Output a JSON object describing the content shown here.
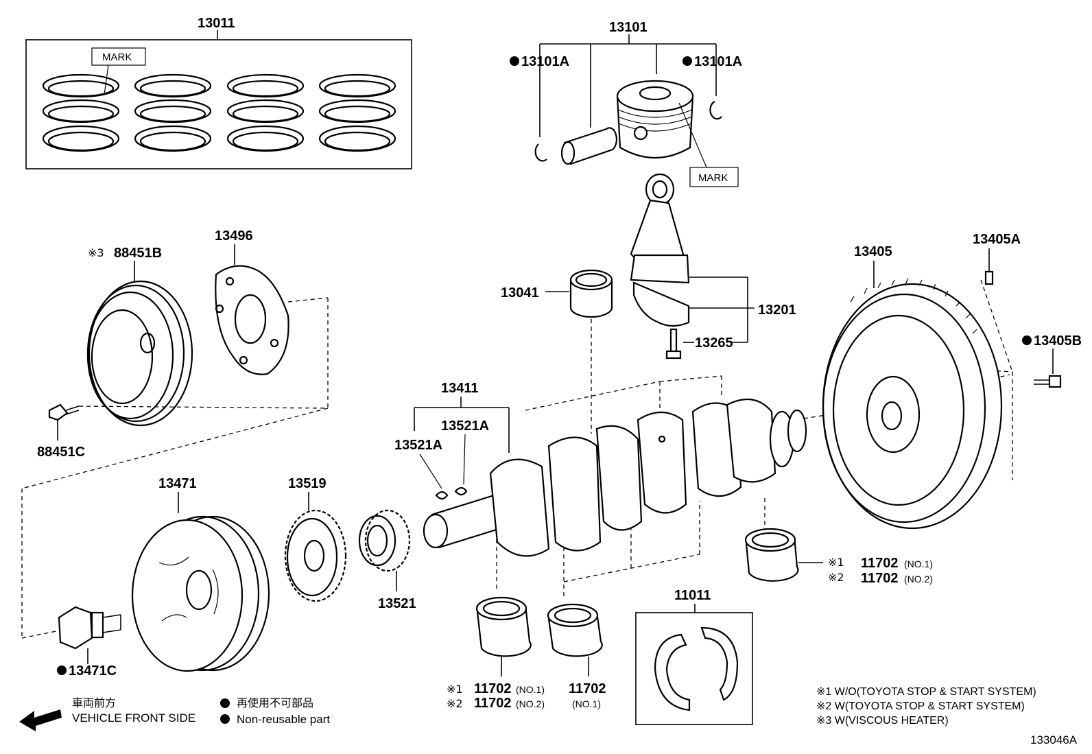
{
  "parts": {
    "p13011": "13011",
    "p13101": "13101",
    "p13101A_left": "13101A",
    "p13101A_right": "13101A",
    "p88451B_prefix": "※3",
    "p88451B": "88451B",
    "p13496": "13496",
    "p13041": "13041",
    "p13201": "13201",
    "p13265": "13265",
    "p13405": "13405",
    "p13405A": "13405A",
    "p13405B": "13405B",
    "p88451C": "88451C",
    "p13411": "13411",
    "p13521A_top": "13521A",
    "p13521A_left": "13521A",
    "p13471": "13471",
    "p13519": "13519",
    "p13521": "13521",
    "p13471C": "13471C",
    "p11011": "11011",
    "bearing_right_1_prefix": "※1",
    "bearing_right_1": "11702",
    "bearing_right_1_note": "(NO.1)",
    "bearing_right_2_prefix": "※2",
    "bearing_right_2": "11702",
    "bearing_right_2_note": "(NO.2)",
    "bearing_left_1_prefix": "※1",
    "bearing_left_1": "11702",
    "bearing_left_1_note": "(NO.1)",
    "bearing_left_2_prefix": "※2",
    "bearing_left_2": "11702",
    "bearing_left_2_note": "(NO.2)",
    "bearing_mid": "11702",
    "bearing_mid_note": "(NO.1)"
  },
  "mark_labels": {
    "rings": "MARK",
    "piston": "MARK"
  },
  "legend": {
    "direction_jp": "車両前方",
    "direction_en": "VEHICLE FRONT SIDE",
    "nonreusable_jp": "再使用不可部品",
    "nonreusable_en": "Non-reusable part"
  },
  "footnotes": [
    "※1  W/O(TOYOTA STOP & START SYSTEM)",
    "※2  W(TOYOTA STOP & START SYSTEM)",
    "※3  W(VISCOUS HEATER)"
  ],
  "diagram_id": "133046A"
}
